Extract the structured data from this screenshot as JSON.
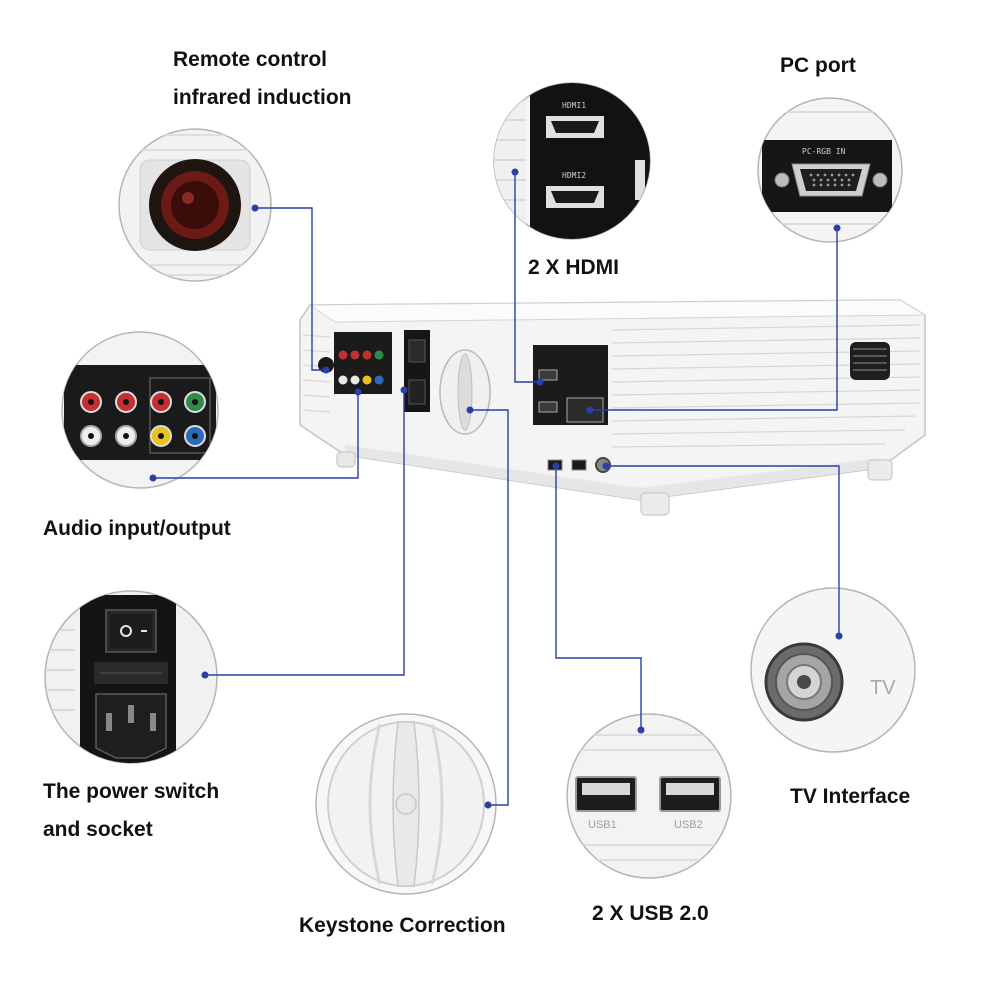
{
  "labels": {
    "remote": [
      "Remote control",
      "infrared induction"
    ],
    "hdmi": "2 X HDMI",
    "pc_port": "PC port",
    "audio": "Audio input/output",
    "power": [
      "The power switch",
      "and socket"
    ],
    "keystone": "Keystone Correction",
    "usb": "2 X USB 2.0",
    "tv": "TV Interface"
  },
  "panel_text": {
    "hdmi1": "HDMI1",
    "hdmi2": "HDMI2",
    "pc_rgb_in": "PC-RGB IN",
    "usb1": "USB1",
    "usb2": "USB2",
    "tv": "TV"
  },
  "colors": {
    "leader_line": "#2a3fa8",
    "projector_body": "#f4f4f4",
    "panel_dark": "#1b1b1b"
  }
}
